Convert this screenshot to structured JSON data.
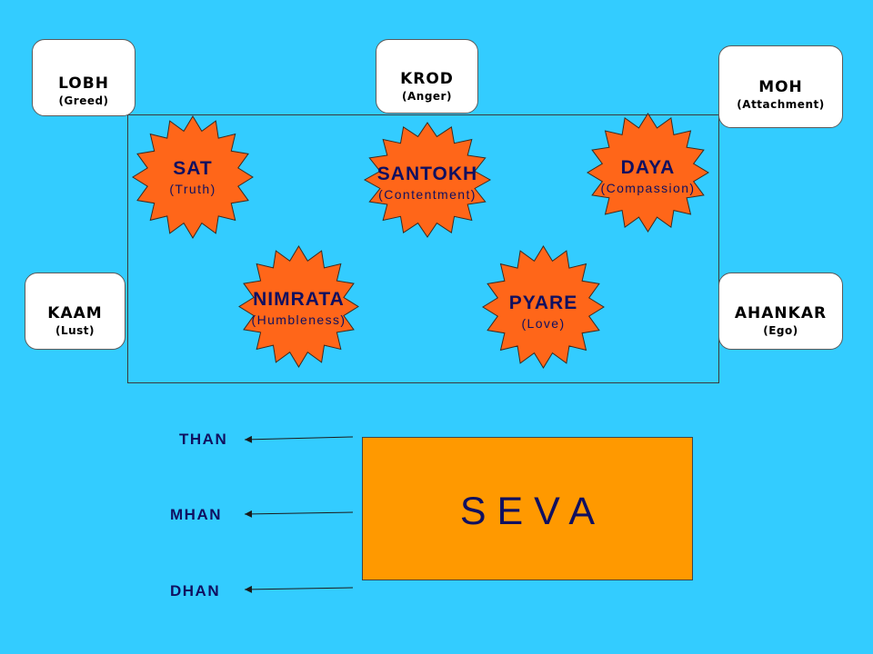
{
  "colors": {
    "background": "#33CCFF",
    "vice_box_fill": "#FFFFFF",
    "virtue_star_fill": "#FF6619",
    "seva_box_fill": "#FF9900",
    "text_dark": "#101060"
  },
  "vices": [
    {
      "label": "LOBH",
      "meaning": "(Greed)"
    },
    {
      "label": "KROD",
      "meaning": "(Anger)"
    },
    {
      "label": "MOH",
      "meaning": "(Attachment)"
    },
    {
      "label": "KAAM",
      "meaning": "(Lust)"
    },
    {
      "label": "AHANKAR",
      "meaning": "(Ego)"
    }
  ],
  "virtues": [
    {
      "label": "SAT",
      "meaning": "(Truth)"
    },
    {
      "label": "SANTOKH",
      "meaning": "(Contentment)"
    },
    {
      "label": "DAYA",
      "meaning": "(Compassion)"
    },
    {
      "label": "NIMRATA",
      "meaning": "(Humbleness)"
    },
    {
      "label": "PYARE",
      "meaning": "(Love)"
    }
  ],
  "seva": {
    "title": "S E V A",
    "outcomes": [
      "THAN",
      "MHAN",
      "DHAN"
    ],
    "arrow_icon": "arrow-left-icon"
  }
}
